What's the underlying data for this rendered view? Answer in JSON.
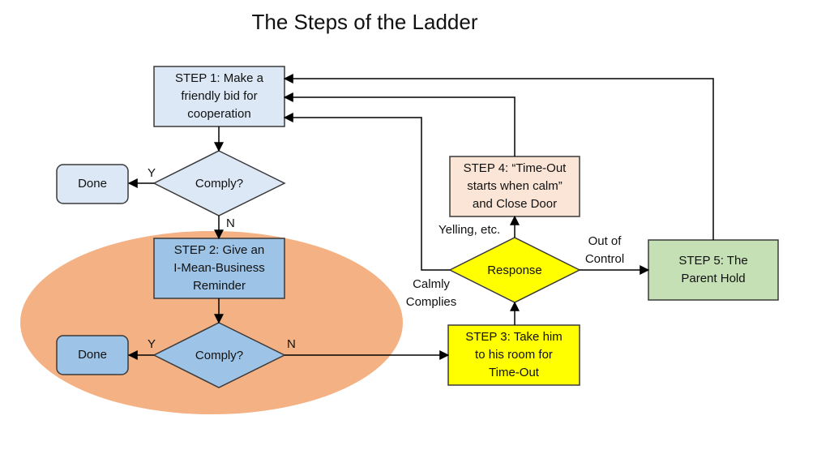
{
  "title": "The Steps of the Ladder",
  "nodes": {
    "step1": "STEP 1: Make a\nfriendly bid for\ncooperation",
    "comply1": "Comply?",
    "done1": "Done",
    "step2": "STEP 2: Give an\nI-Mean-Business\nReminder",
    "comply2": "Comply?",
    "done2": "Done",
    "step3": "STEP 3: Take him\nto his room for\nTime-Out",
    "response": "Response",
    "step4": "STEP 4: “Time-Out\nstarts when calm”\nand Close Door",
    "step5": "STEP 5:  The\nParent Hold"
  },
  "edge_labels": {
    "y1": "Y",
    "n1": "N",
    "y2": "Y",
    "n2": "N",
    "yelling": "Yelling, etc.",
    "out_of_control": "Out of\nControl",
    "calmly_complies": "Calmly\nComplies"
  },
  "colors": {
    "step1_fill": "#dce8f5",
    "step2_fill": "#9dc3e6",
    "highlight_oval": "#f4b183",
    "step3_fill": "#ffff00",
    "step4_fill": "#fbe5d6",
    "step5_fill": "#c5e0b4",
    "border": "#3a3a3a"
  }
}
